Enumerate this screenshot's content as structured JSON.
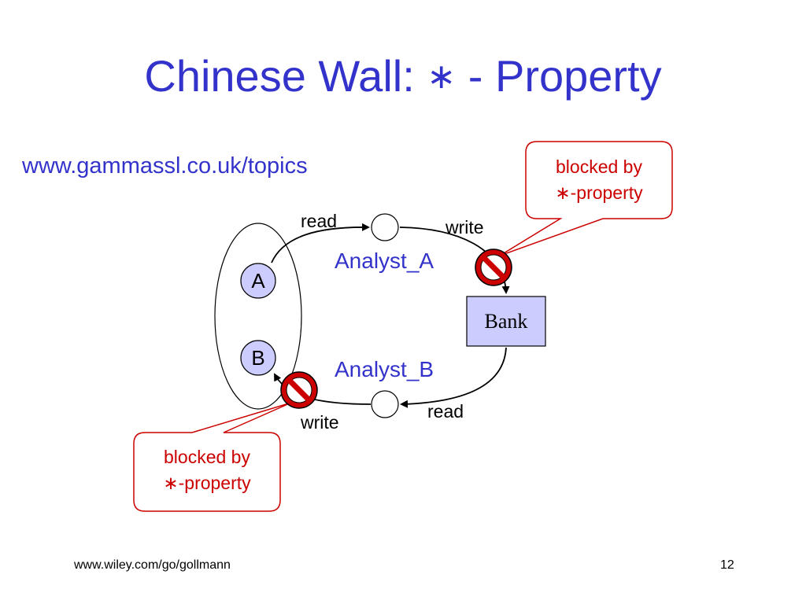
{
  "title": {
    "prefix": "Chinese Wall: ",
    "star": "∗",
    "suffix": " - Property"
  },
  "url": "www.gammassl.co.uk/topics",
  "diagram": {
    "node_a": "A",
    "node_b": "B",
    "bank": "Bank",
    "analyst_a": "Analyst_A",
    "analyst_b": "Analyst_B",
    "top_read": "read",
    "top_write": "write",
    "bottom_read": "read",
    "bottom_write": "write"
  },
  "callouts": {
    "top": {
      "line1": "blocked by",
      "line2": "∗-property"
    },
    "bottom": {
      "line1": "blocked by",
      "line2": "∗-property"
    }
  },
  "footer": {
    "left": "www.wiley.com/go/gollmann",
    "page_number": "12"
  },
  "colors": {
    "title": "#3333cc",
    "callout_text": "#cc0000",
    "callout_border": "#cc0000",
    "node_fill": "#ccccff",
    "blocked_sign": "#cc0000"
  }
}
